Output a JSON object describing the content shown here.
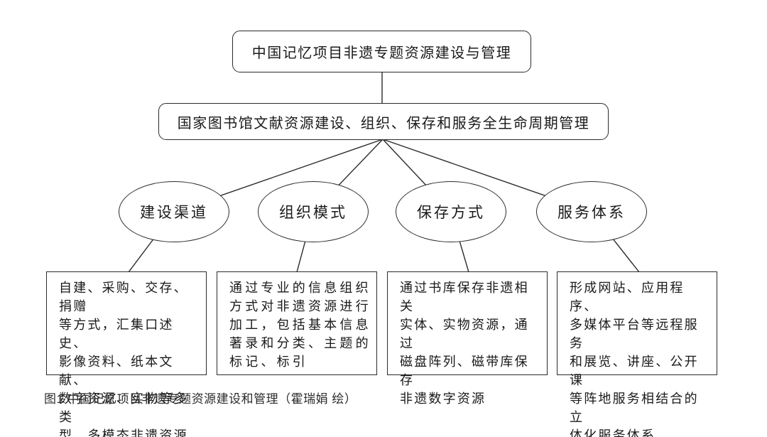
{
  "colors": {
    "background": "#ffffff",
    "line": "#2b2b2b",
    "text": "#1a1a1a",
    "node_fill": "#ffffff"
  },
  "diagram": {
    "root_label": "中国记忆项目非遗专题资源建设与管理",
    "lifecycle_label": "国家图书馆文献资源建设、组织、保存和服务全生命周期管理",
    "branches": [
      {
        "id": "construction-channels",
        "label": "建设渠道",
        "detail": "自建、采购、交存、捐赠\n等方式，汇集口述史、\n影像资料、纸本文献、\n数字资源、实物等多类\n型、多模态非遗资源"
      },
      {
        "id": "organization-mode",
        "label": "组织模式",
        "detail": "通过专业的信息组织\n方式对非遗资源进行\n加工，包括基本信息\n著录和分类、主题的\n标记、标引"
      },
      {
        "id": "preservation-method",
        "label": "保存方式",
        "detail": "通过书库保存非遗相关\n实体、实物资源，通过\n磁盘阵列、磁带库保存\n非遗数字资源"
      },
      {
        "id": "service-system",
        "label": "服务体系",
        "detail": "形成网站、应用程序、\n多媒体平台等远程服务\n和展览、讲座、公开课\n等阵地服务相结合的立\n体化服务体系"
      }
    ],
    "caption": "图1 中国记忆项目非遗专题资源建设和管理（霍瑞娟 绘）"
  }
}
